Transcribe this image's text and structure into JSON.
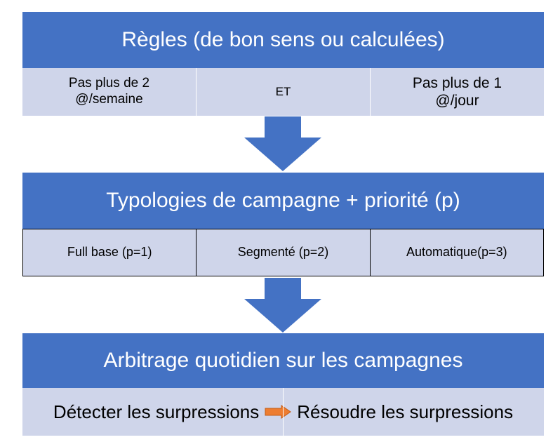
{
  "rules": {
    "title": "Règles (de bon sens ou calculées)",
    "left_line1": "Pas plus de 2",
    "left_line2": "@/semaine",
    "middle": "ET",
    "right_line1": "Pas plus de 1",
    "right_line2": "@/jour"
  },
  "typologies": {
    "title": "Typologies de campagne + priorité (p)",
    "items": [
      {
        "label": "Full base (p=1)"
      },
      {
        "label": "Segmenté (p=2)"
      },
      {
        "label": "Automatique(p=3)"
      }
    ]
  },
  "arbitrage": {
    "title": "Arbitrage quotidien sur les campagnes",
    "step_from": "Détecter les surpressions",
    "step_to": "Résoudre les surpressions"
  },
  "colors": {
    "band": "#4472c4",
    "cell": "#cfd5ea",
    "flow_arrow": "#4472c4",
    "step_arrow": "#ed7d31"
  },
  "icons": {
    "flow_arrow": "down-arrow-icon",
    "step_arrow": "right-arrow-icon"
  }
}
